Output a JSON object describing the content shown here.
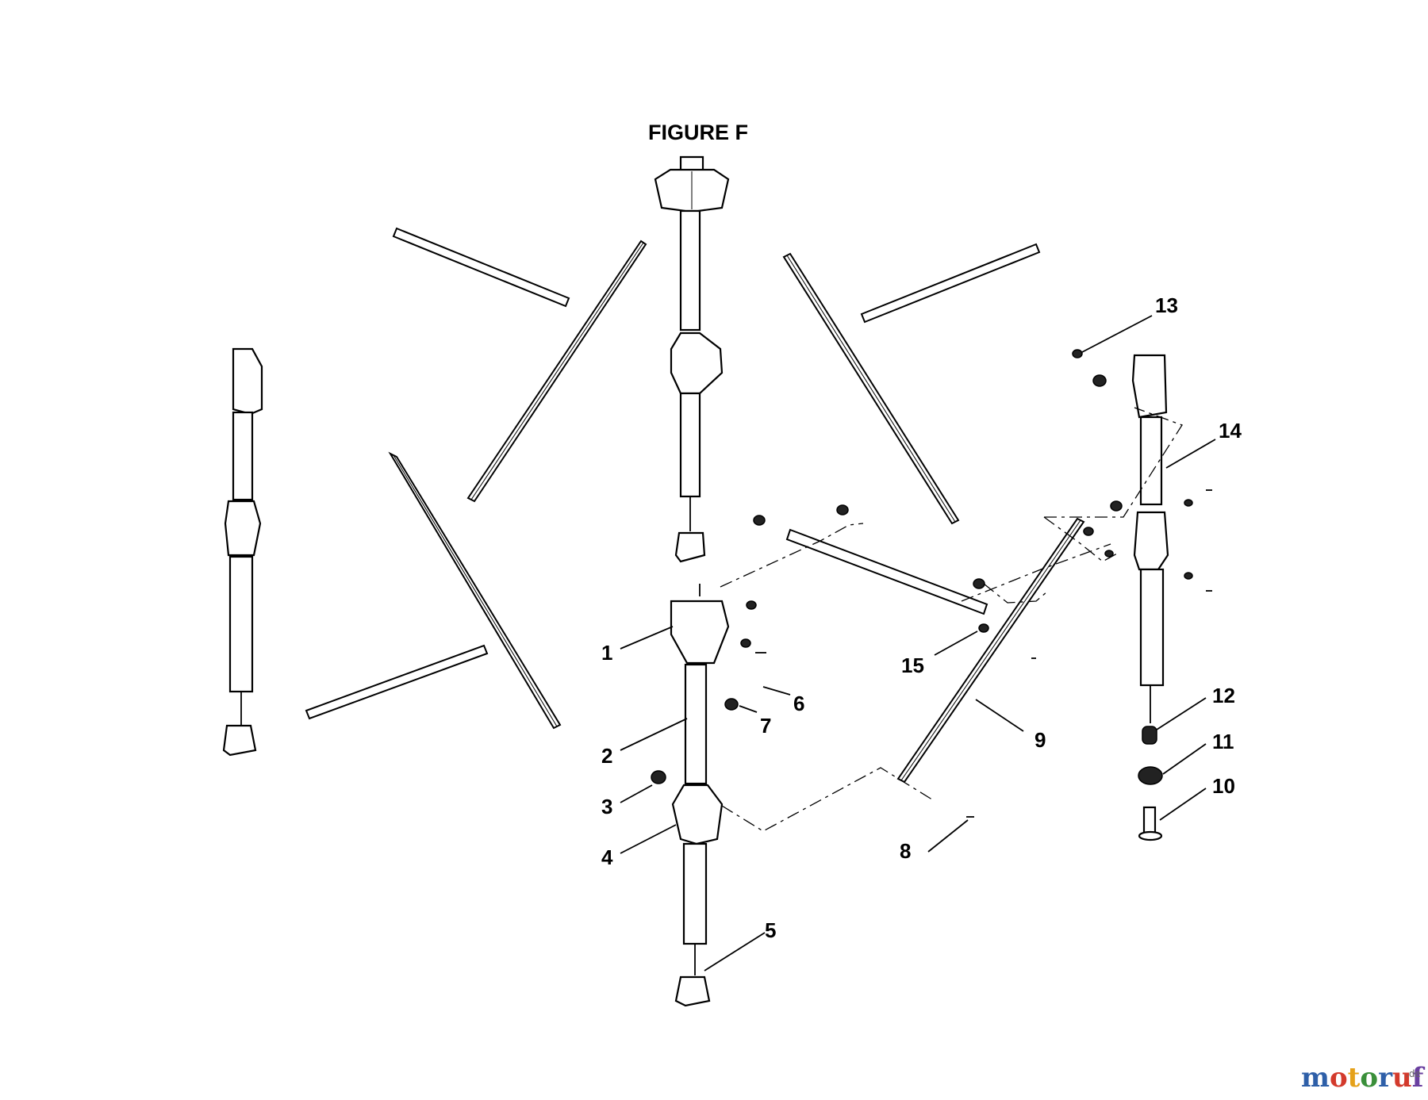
{
  "figure": {
    "title": "FIGURE F"
  },
  "callouts": [
    {
      "num": "1"
    },
    {
      "num": "2"
    },
    {
      "num": "3"
    },
    {
      "num": "4"
    },
    {
      "num": "5"
    },
    {
      "num": "6"
    },
    {
      "num": "7"
    },
    {
      "num": "8"
    },
    {
      "num": "9"
    },
    {
      "num": "10"
    },
    {
      "num": "11"
    },
    {
      "num": "12"
    },
    {
      "num": "13"
    },
    {
      "num": "14"
    },
    {
      "num": "15"
    }
  ],
  "watermark": {
    "letters": [
      "m",
      "o",
      "t",
      "o",
      "r",
      "u",
      "f"
    ],
    "colors": [
      "#2e5fa8",
      "#d33a2c",
      "#e5a11a",
      "#3a8f3a",
      "#2e5fa8",
      "#d33a2c",
      "#6a3fa0"
    ],
    "suffix": ".de"
  }
}
